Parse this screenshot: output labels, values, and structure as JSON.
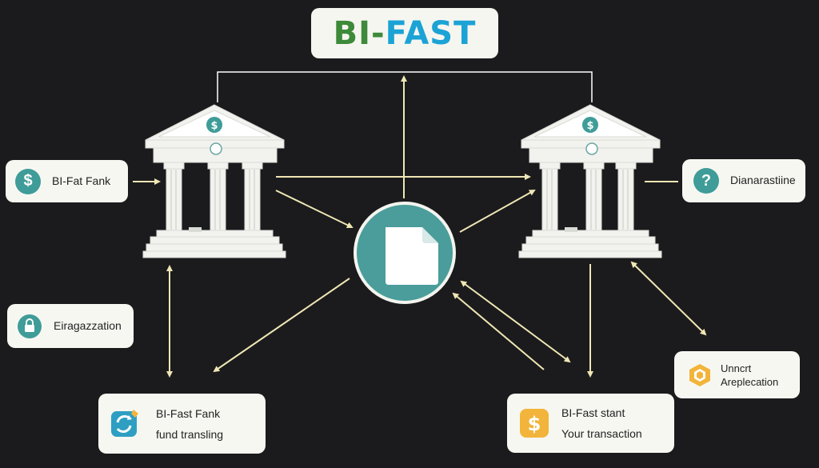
{
  "title": {
    "part1": "BI-",
    "part2": "FAST",
    "color1": "#3d8a3a",
    "color2": "#1ba3d6"
  },
  "cards": {
    "left_top": {
      "label": "BI-Fat Fank",
      "icon": "dollar-icon",
      "glyph": "$"
    },
    "left_mid": {
      "label": "Eiragazzation",
      "icon": "lock-icon"
    },
    "left_bottom": {
      "line1": "BI-Fast Fank",
      "line2": "fund transling",
      "icon": "transfer-icon"
    },
    "right_top": {
      "label": "Dianarastiine",
      "icon": "question-icon",
      "glyph": "?"
    },
    "right_mid": {
      "line1": "Unncrt",
      "line2": "Areplecation",
      "icon": "hexagon-icon"
    },
    "right_bottom": {
      "line1": "BI-Fast stant",
      "line2": "Your transaction",
      "icon": "dollar-icon",
      "glyph": "$"
    }
  },
  "nodes": {
    "left_bank": {
      "icon": "bank-icon",
      "glyph": "$"
    },
    "right_bank": {
      "icon": "bank-icon",
      "glyph": "$"
    },
    "center": {
      "icon": "document-icon"
    }
  },
  "colors": {
    "background": "#1b1b1d",
    "teal": "#3f9c98",
    "arrow": "#efe6b4",
    "card": "#f7f7f2",
    "gold": "#f2b43a"
  }
}
